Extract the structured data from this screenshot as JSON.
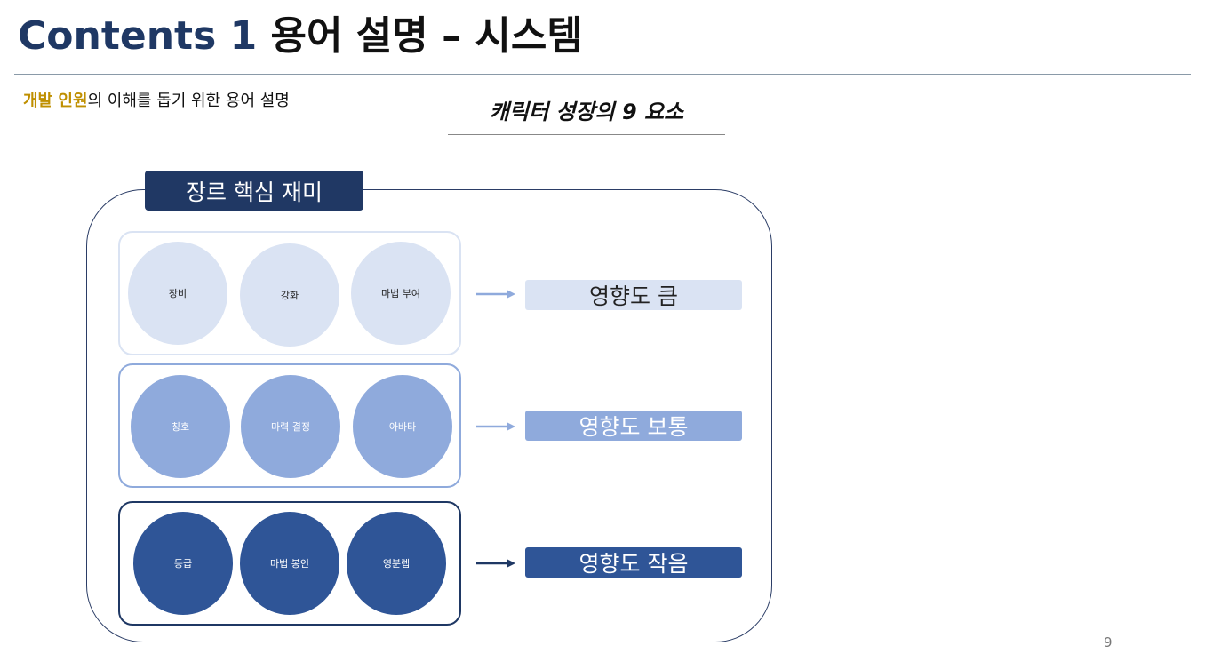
{
  "header": {
    "title_main": "Contents 1",
    "title_sub": "용어 설명 – 시스템"
  },
  "subtitle": {
    "highlight": "개발 인원",
    "rest": "의 이해를 돕기 위한 용어 설명"
  },
  "elements_title": "캐릭터 성장의 9 요소",
  "genre_label": "장르 핵심 재미",
  "groups": [
    {
      "items": [
        "장비",
        "강화",
        "마법 부여"
      ],
      "impact": "영향도 큼",
      "color": "#dae3f3"
    },
    {
      "items": [
        "칭호",
        "마력 결정",
        "아바타"
      ],
      "impact": "영향도 보통",
      "color": "#8faadc"
    },
    {
      "items": [
        "등급",
        "마법 봉인",
        "영분렙"
      ],
      "impact": "영향도 작음",
      "color": "#2f5597"
    }
  ],
  "page_number": "9"
}
